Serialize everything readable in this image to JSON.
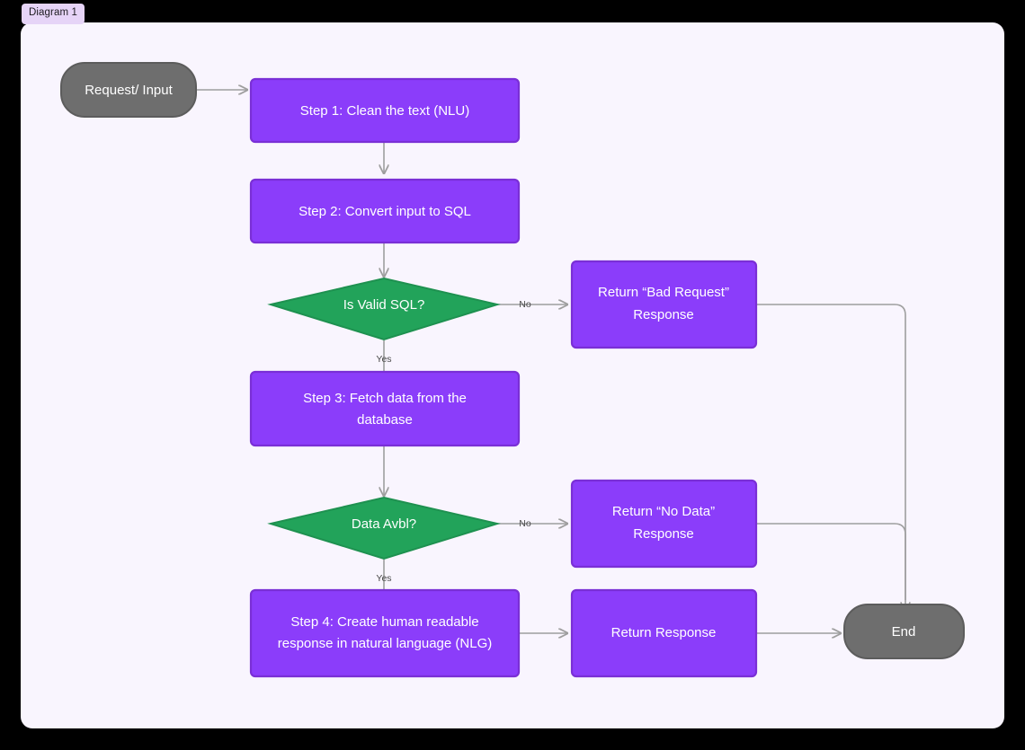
{
  "badge": {
    "label": "Diagram 1"
  },
  "theme": {
    "page_background": "#000000",
    "canvas_background": "#f9f5fe",
    "badge_background": "#e6d4f7",
    "process_fill": "#8b3dfa",
    "process_stroke": "#7a2fd6",
    "decision_fill": "#22a35a",
    "decision_stroke": "#1e9150",
    "terminal_fill": "#6e6e6e",
    "terminal_stroke": "#5c5c5c",
    "edge_stroke": "#9e9e9e",
    "node_text": "#ffffff",
    "edge_text": "#4a4a4a"
  },
  "diagram": {
    "type": "flowchart",
    "nodes": [
      {
        "id": "start",
        "shape": "terminal",
        "label": "Request/ Input"
      },
      {
        "id": "step1",
        "shape": "process",
        "label": "Step 1: Clean the text (NLU)"
      },
      {
        "id": "step2",
        "shape": "process",
        "label": "Step 2: Convert input to SQL"
      },
      {
        "id": "valid_sql",
        "shape": "decision",
        "label": "Is Valid SQL?"
      },
      {
        "id": "bad_request",
        "shape": "process",
        "label_line1": "Return “Bad Request”",
        "label_line2": "Response"
      },
      {
        "id": "step3",
        "shape": "process",
        "label_line1": "Step 3: Fetch data from the",
        "label_line2": "database"
      },
      {
        "id": "data_avbl",
        "shape": "decision",
        "label": "Data Avbl?"
      },
      {
        "id": "no_data",
        "shape": "process",
        "label_line1": "Return “No Data”",
        "label_line2": "Response"
      },
      {
        "id": "step4",
        "shape": "process",
        "label_line1": "Step 4: Create human readable",
        "label_line2": "response in natural language (NLG)"
      },
      {
        "id": "return_resp",
        "shape": "process",
        "label": "Return Response"
      },
      {
        "id": "end",
        "shape": "terminal",
        "label": "End"
      }
    ],
    "edges": [
      {
        "from": "start",
        "to": "step1",
        "label": ""
      },
      {
        "from": "step1",
        "to": "step2",
        "label": ""
      },
      {
        "from": "step2",
        "to": "valid_sql",
        "label": ""
      },
      {
        "from": "valid_sql",
        "to": "bad_request",
        "label": "No"
      },
      {
        "from": "valid_sql",
        "to": "step3",
        "label": "Yes"
      },
      {
        "from": "step3",
        "to": "data_avbl",
        "label": ""
      },
      {
        "from": "data_avbl",
        "to": "no_data",
        "label": "No"
      },
      {
        "from": "data_avbl",
        "to": "step4",
        "label": "Yes"
      },
      {
        "from": "step4",
        "to": "return_resp",
        "label": ""
      },
      {
        "from": "return_resp",
        "to": "end",
        "label": ""
      },
      {
        "from": "bad_request",
        "to": "end",
        "label": ""
      },
      {
        "from": "no_data",
        "to": "end",
        "label": ""
      }
    ],
    "edge_labels": {
      "valid_sql_no": "No",
      "valid_sql_yes": "Yes",
      "data_avbl_no": "No",
      "data_avbl_yes": "Yes"
    }
  }
}
